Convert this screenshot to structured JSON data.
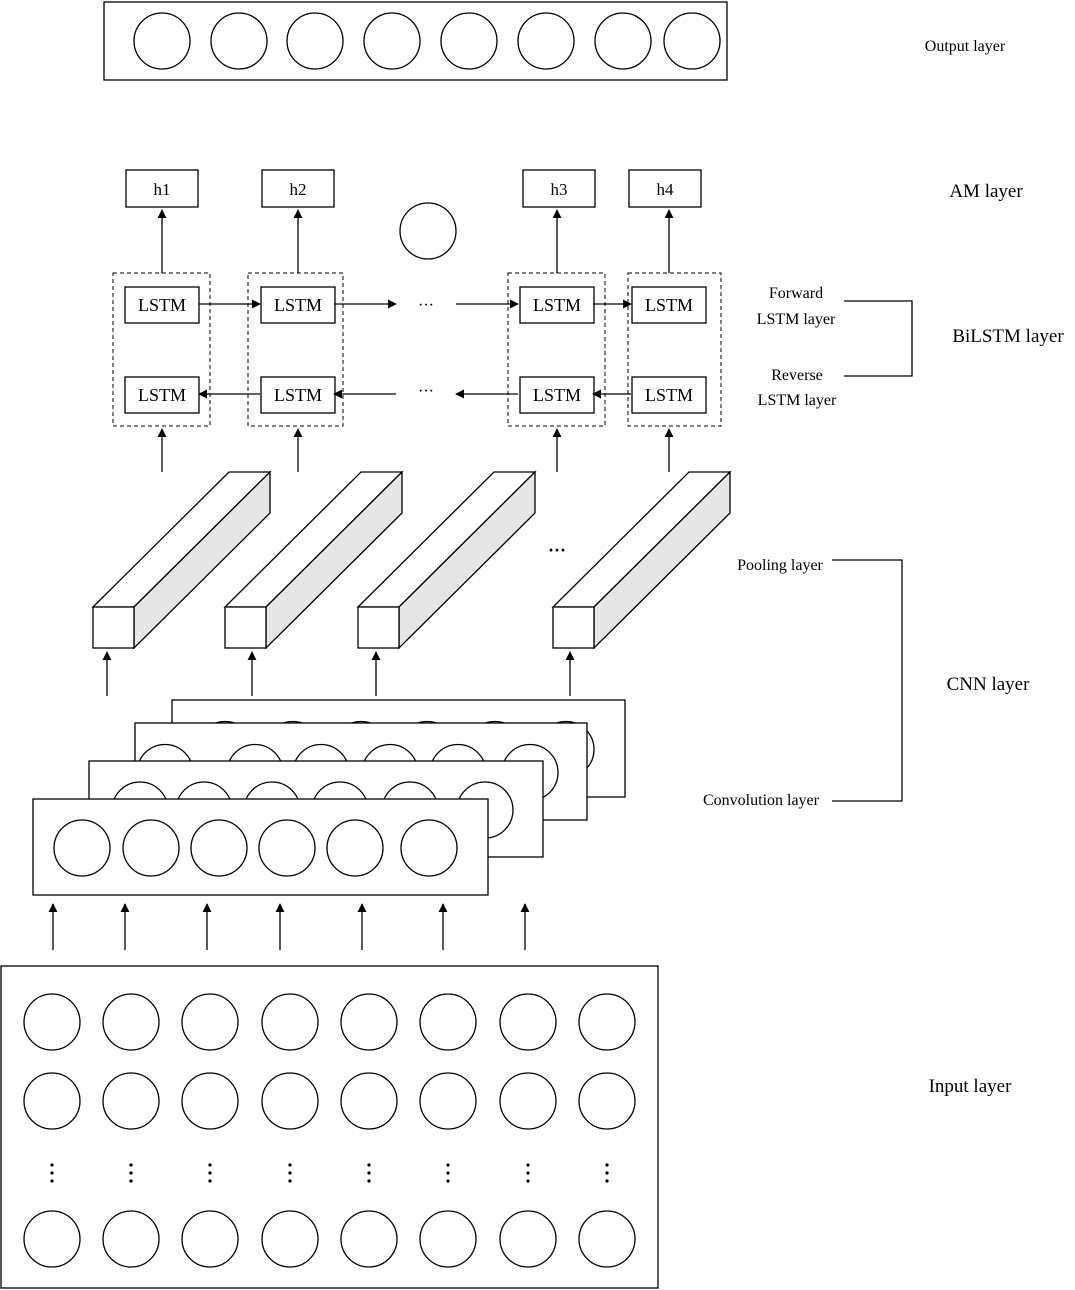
{
  "layers": {
    "output": "Output layer",
    "am": "AM layer",
    "bilstm": "BiLSTM layer",
    "forward_line1": "Forward",
    "forward_line2": "LSTM layer",
    "reverse_line1": "Reverse",
    "reverse_line2": "LSTM layer",
    "pooling": "Pooling layer",
    "cnn": "CNN layer",
    "convolution": "Convolution layer",
    "input": "Input layer"
  },
  "hidden_states": [
    "h1",
    "h2",
    "h3",
    "h4"
  ],
  "cell_label": "LSTM",
  "ellipsis": "···",
  "colors": {
    "stroke": "#000000",
    "background": "#ffffff",
    "prism_side": "#e6e6e6"
  }
}
